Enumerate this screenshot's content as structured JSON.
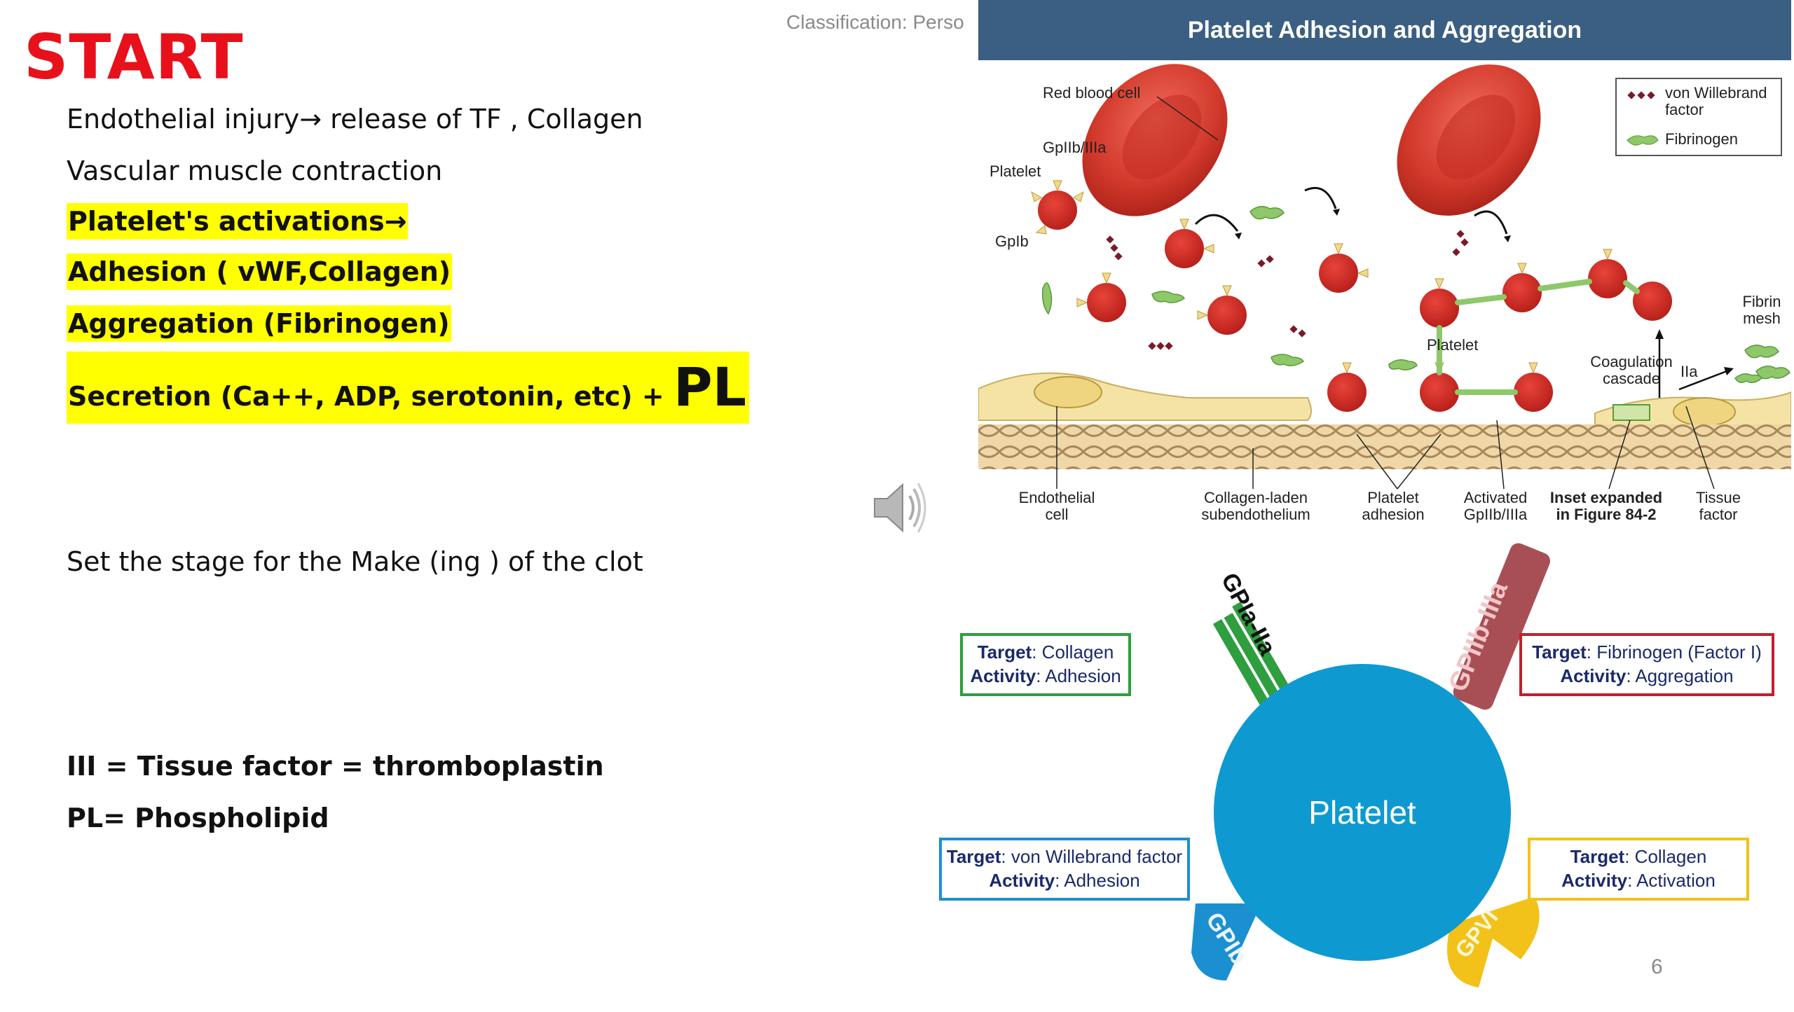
{
  "slide": {
    "title": "START",
    "classification": "Classification: Perso",
    "page_number": "6",
    "lines": [
      {
        "text": "Endothelial injury→ release of TF , Collagen"
      },
      {
        "text": "Vascular muscle contraction"
      },
      {
        "text": "Platelet's activations→"
      },
      {
        "text": "Adhesion ( vWF,Collagen)"
      },
      {
        "text": "Aggregation (Fibrinogen)"
      },
      {
        "text": "Secretion (Ca++, ADP, serotonin, etc) + ",
        "big": "PL"
      },
      {
        "text": "Set the stage for the Make (ing ) of  the clot"
      },
      {
        "text": "III = Tissue factor = thromboplastin"
      },
      {
        "text": "PL= Phospholipid"
      }
    ]
  },
  "figure_top": {
    "title": "Platelet Adhesion and Aggregation",
    "legend": {
      "vwf_line1": "von Willebrand",
      "vwf_line2": "factor",
      "fibrinogen": "Fibrinogen"
    },
    "labels": {
      "rbc": "Red blood cell",
      "gp2b3a": "GpIIb/IIIa",
      "platelet_left": "Platelet",
      "gpib": "GpIb",
      "platelet_mid": "Platelet",
      "coag_1": "Coagulation",
      "coag_2": "cascade",
      "iia": "IIa",
      "fibrin_1": "Fibrin",
      "fibrin_2": "mesh",
      "endo_1": "Endothelial",
      "endo_2": "cell",
      "collagen_1": "Collagen-laden",
      "collagen_2": "subendothelium",
      "adhesion_1": "Platelet",
      "adhesion_2": "adhesion",
      "activated_1": "Activated",
      "activated_2": "GpIIb/IIIa",
      "inset_1": "Inset expanded",
      "inset_2": "in Figure 84-2",
      "tissue_1": "Tissue",
      "tissue_2": "factor"
    }
  },
  "figure_bottom": {
    "platelet": "Platelet",
    "receptors": {
      "gp1a": "GPIa-IIa",
      "gp2b": "GPIIb-IIIa",
      "gpib": "GPIb",
      "gpvi": "GPVI"
    },
    "boxes": [
      {
        "target": "Collagen",
        "activity": "Adhesion",
        "color": "#2e9e3e"
      },
      {
        "target": "Fibrinogen (Factor I)",
        "activity": "Aggregation",
        "color": "#c0202c"
      },
      {
        "target": "von Willebrand factor",
        "activity": "Adhesion",
        "color": "#1b8fd0"
      },
      {
        "target": "Collagen",
        "activity": "Activation",
        "color": "#f2c21a"
      }
    ],
    "target_label": "Target",
    "activity_label": "Activity",
    "platelet_color": "#0e9ad0"
  }
}
